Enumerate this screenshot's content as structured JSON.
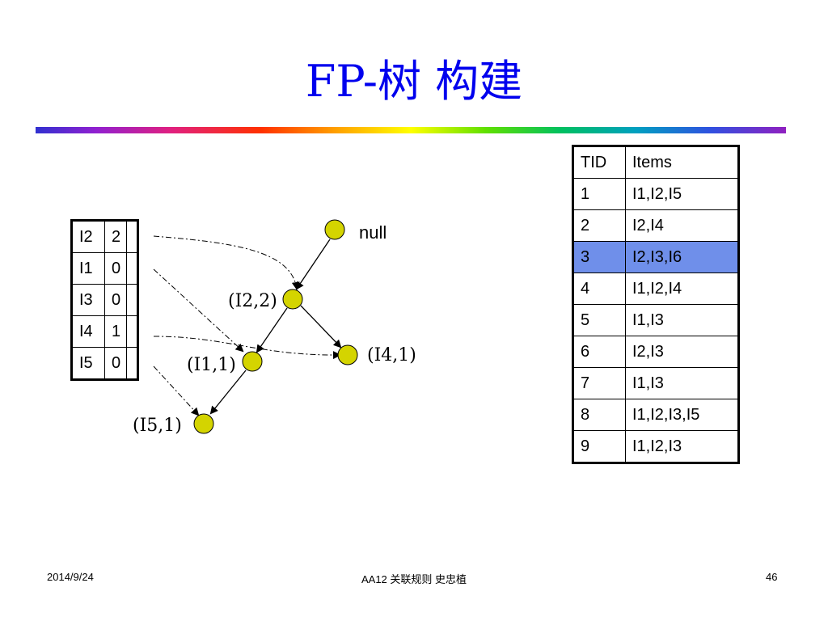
{
  "title": "FP-树  构建",
  "transactions": {
    "headers": [
      "TID",
      "Items"
    ],
    "rows": [
      [
        "1",
        "I1,I2,I5"
      ],
      [
        "2",
        "I2,I4"
      ],
      [
        "3",
        "I2,I3,I6"
      ],
      [
        "4",
        "I1,I2,I4"
      ],
      [
        "5",
        "I1,I3"
      ],
      [
        "6",
        "I2,I3"
      ],
      [
        "7",
        "I1,I3"
      ],
      [
        "8",
        "I1,I2,I3,I5"
      ],
      [
        "9",
        "I1,I2,I3"
      ]
    ],
    "highlight_row": 2,
    "highlight_color": "#6f8fea"
  },
  "header_table": {
    "rows": [
      [
        "I2",
        "2"
      ],
      [
        "I1",
        "0"
      ],
      [
        "I3",
        "0"
      ],
      [
        "I4",
        "1"
      ],
      [
        "I5",
        "0"
      ]
    ]
  },
  "tree": {
    "node_color": "#d4d400",
    "nodes": {
      "null": "null",
      "i2": "(I2,2)",
      "i1": "(I1,1)",
      "i4": "(I4,1)",
      "i5": "(I5,1)"
    }
  },
  "footer": {
    "date": "2014/9/24",
    "center": "AA12 关联规则 史忠植",
    "page": "46"
  }
}
